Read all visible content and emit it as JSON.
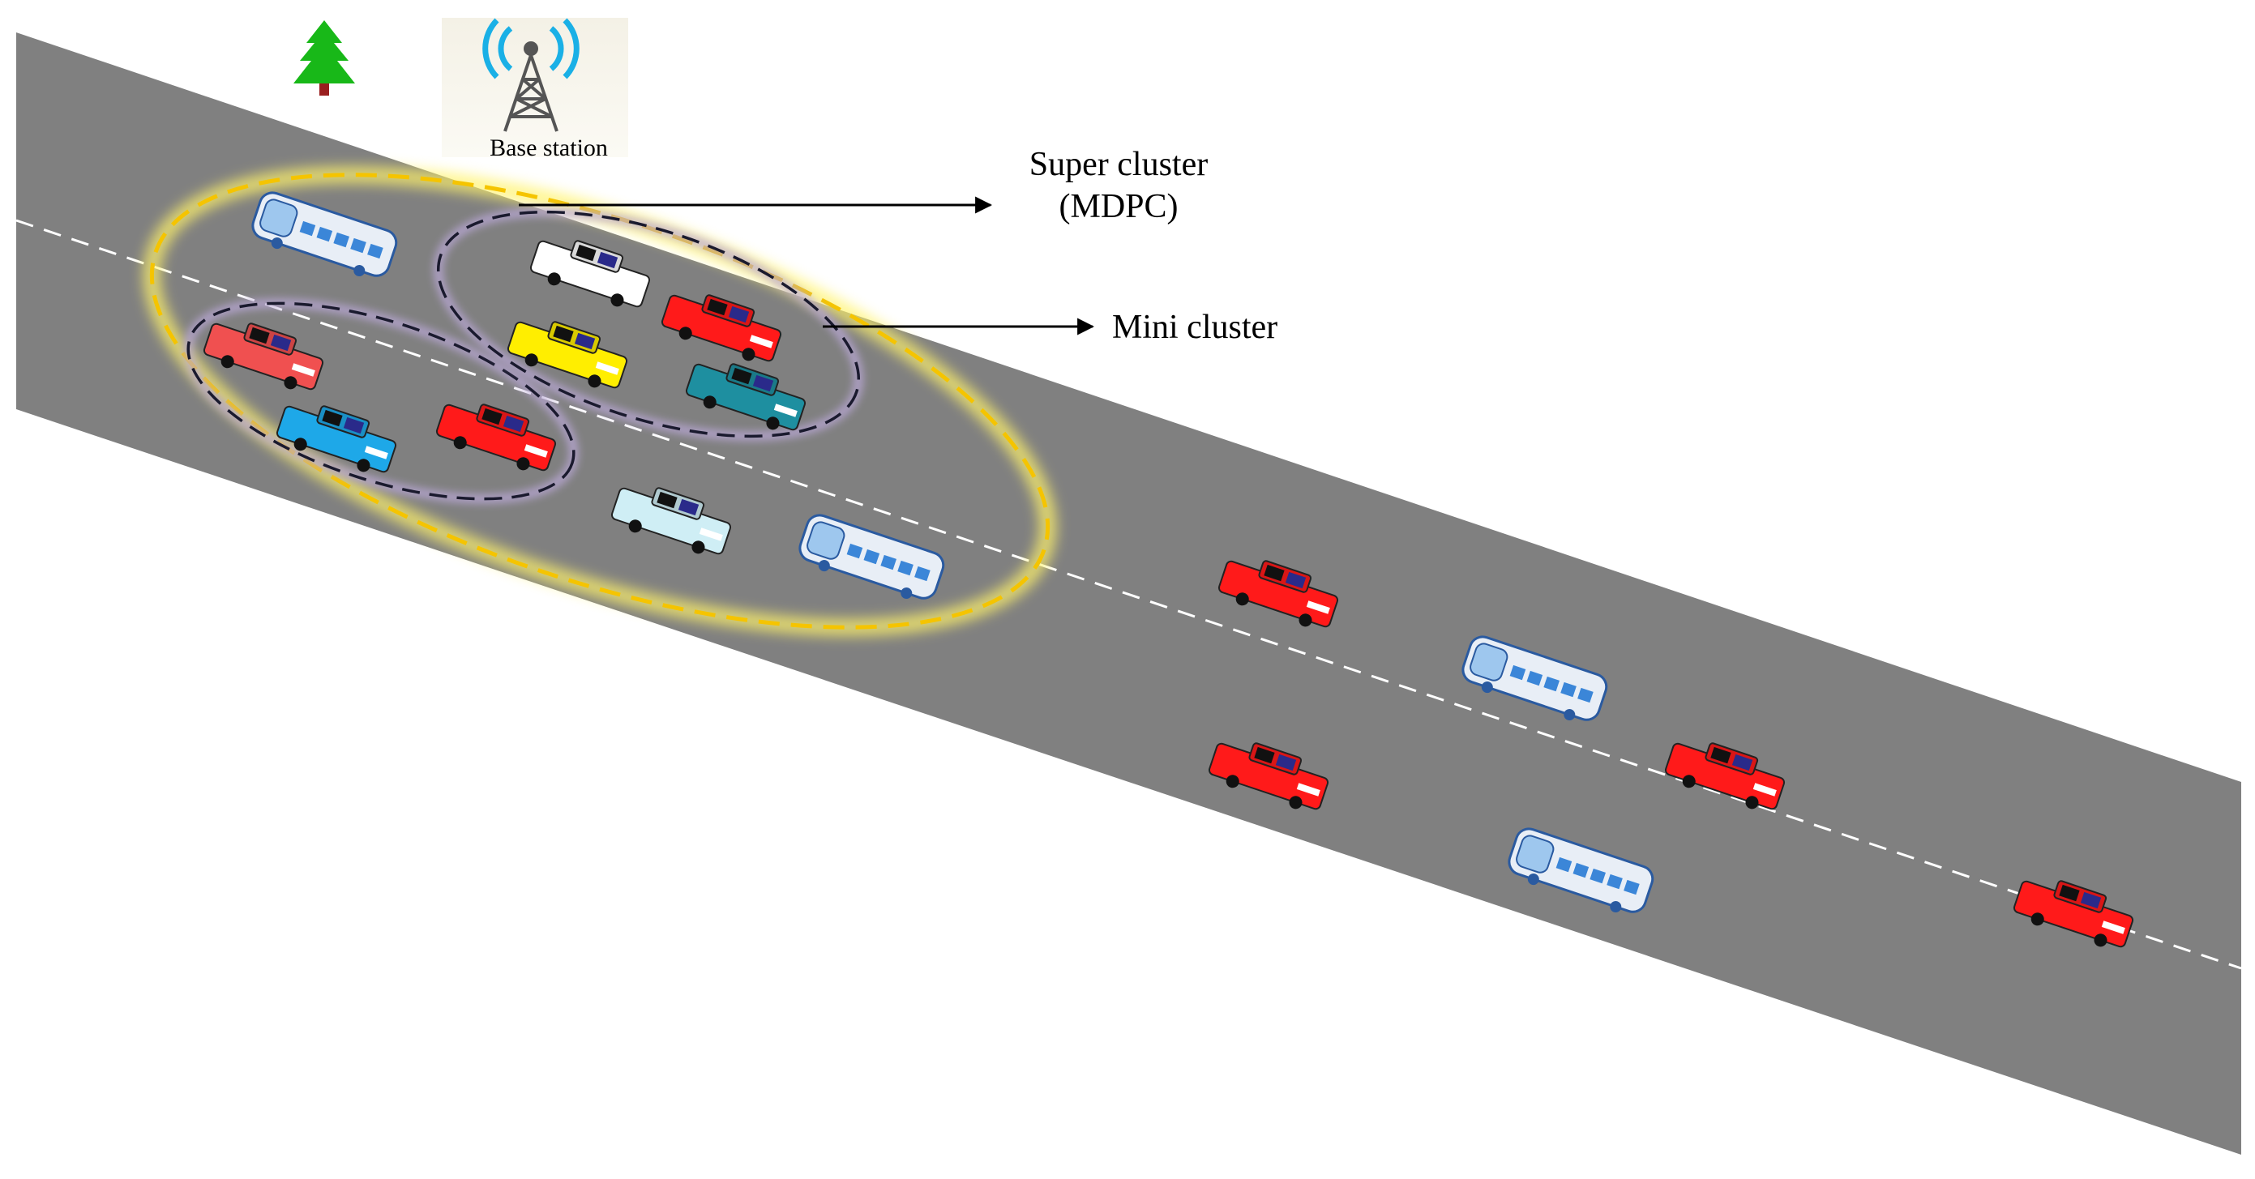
{
  "labels": {
    "base_station": "Base station",
    "super_cluster_line1": "Super cluster",
    "super_cluster_line2": "(MDPC)",
    "mini_cluster": "Mini cluster"
  },
  "colors": {
    "road": "#808080",
    "lane_marking": "#ffffff",
    "super_cluster_ring": "#f5c400",
    "super_cluster_glow": "#fff36a",
    "mini_cluster_ring": "#1a1a2e",
    "mini_cluster_glow": "#b9a7d6",
    "arrow": "#000000"
  },
  "vehicles": [
    {
      "kind": "bus",
      "color": "#e8eef6",
      "icon": "bus-icon"
    },
    {
      "kind": "car",
      "color": "#ffffff",
      "icon": "car-icon"
    },
    {
      "kind": "car",
      "color": "#ff1a1a",
      "icon": "car-icon"
    },
    {
      "kind": "car",
      "color": "#ffee00",
      "icon": "car-icon"
    },
    {
      "kind": "car",
      "color": "#1e8fa0",
      "icon": "car-icon"
    },
    {
      "kind": "car",
      "color": "#f05050",
      "icon": "car-icon"
    },
    {
      "kind": "car",
      "color": "#1ea8e8",
      "icon": "car-icon"
    },
    {
      "kind": "car",
      "color": "#ff1a1a",
      "icon": "car-icon"
    },
    {
      "kind": "car",
      "color": "#cfeef5",
      "icon": "car-icon"
    },
    {
      "kind": "bus",
      "color": "#e8eef6",
      "icon": "bus-icon"
    },
    {
      "kind": "car",
      "color": "#ff1a1a",
      "icon": "car-icon"
    },
    {
      "kind": "bus",
      "color": "#e8eef6",
      "icon": "bus-icon"
    },
    {
      "kind": "car",
      "color": "#ff1a1a",
      "icon": "car-icon"
    },
    {
      "kind": "car",
      "color": "#ff1a1a",
      "icon": "car-icon"
    },
    {
      "kind": "bus",
      "color": "#e8eef6",
      "icon": "bus-icon"
    },
    {
      "kind": "car",
      "color": "#ff1a1a",
      "icon": "car-icon"
    }
  ]
}
